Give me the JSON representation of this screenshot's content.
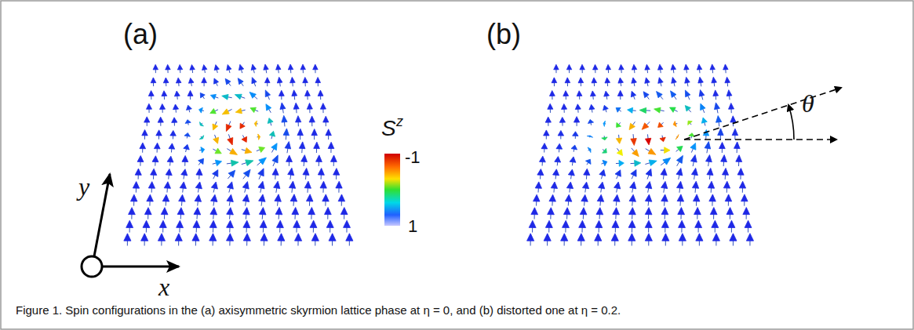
{
  "diagram": {
    "caption": "Figure 1. Spin configurations in the (a) axisymmetric skyrmion lattice phase at η = 0, and (b) distorted one at η = 0.2.",
    "labels": [
      "(a)",
      "(b)",
      "S",
      "z",
      "-1",
      "1",
      "y",
      "x",
      "θ"
    ]
  }
}
